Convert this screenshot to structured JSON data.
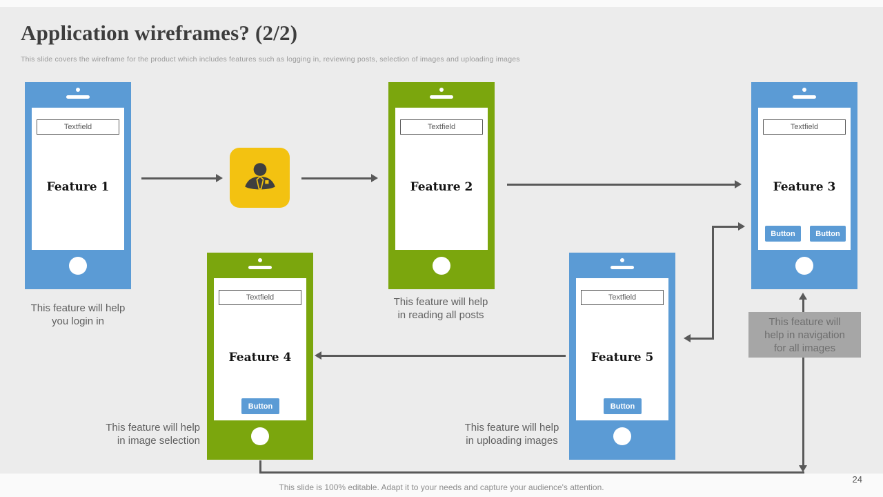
{
  "slide": {
    "title": "Application wireframes? (2/2)",
    "subtitle": "This slide covers the wireframe for the product which includes features such as logging in, reviewing posts, selection of images and uploading images",
    "footer": "This slide is 100% editable. Adapt it to your needs and capture your audience's attention.",
    "page_number": "24"
  },
  "colors": {
    "blue": "#5B9BD5",
    "green": "#7BA60D",
    "yellow": "#F3C211",
    "arrow": "#595959",
    "gray_box": "#A6A6A6"
  },
  "icon": {
    "name": "businessman-icon"
  },
  "phones": [
    {
      "label": "Feature 1",
      "textfield": "Textfield",
      "buttons": []
    },
    {
      "label": "Feature 2",
      "textfield": "Textfield",
      "buttons": []
    },
    {
      "label": "Feature 3",
      "textfield": "Textfield",
      "buttons": [
        "Button",
        "Button"
      ]
    },
    {
      "label": "Feature 4",
      "textfield": "Textfield",
      "buttons": [
        "Button"
      ]
    },
    {
      "label": "Feature 5",
      "textfield": "Textfield",
      "buttons": [
        "Button"
      ]
    }
  ],
  "captions": {
    "feature1": "This feature will help\nyou login in",
    "feature2": "This feature will help\nin reading all posts",
    "feature3_nav": "This feature will\nhelp in navigation\nfor all images",
    "feature4": "This feature will help\nin image selection",
    "feature5": "This feature will help\nin uploading images"
  }
}
